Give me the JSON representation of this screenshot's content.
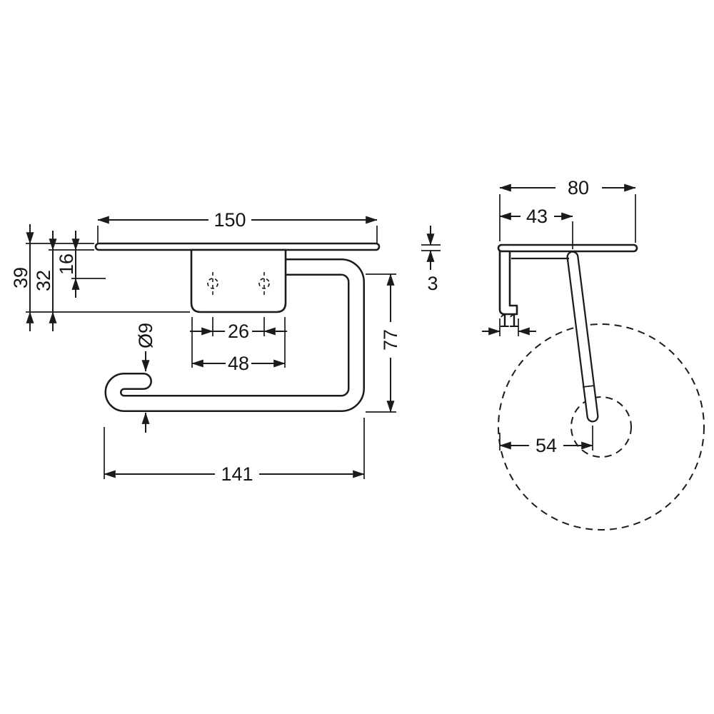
{
  "front_view": {
    "shelf_width": "150",
    "total_height": "39",
    "plate_height": "32",
    "bar_offset": "16",
    "slot_spacing": "26",
    "plate_width": "48",
    "bar_diameter": "Ø9",
    "bar_height": "77",
    "bar_width": "141",
    "shelf_thickness": "3"
  },
  "side_view": {
    "shelf_depth": "80",
    "bracket_depth": "43",
    "foot_depth": "11",
    "pin_offset": "54"
  }
}
